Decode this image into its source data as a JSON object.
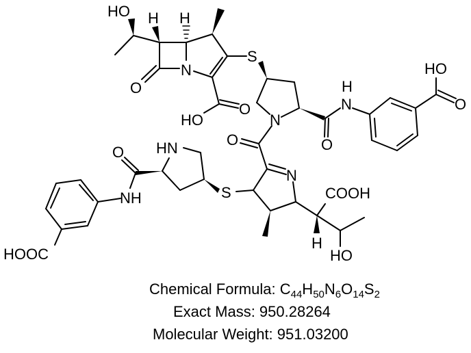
{
  "structure": {
    "labels": {
      "ho_top": "HO",
      "h_wedge": "H",
      "h_hash": "H",
      "n_lactam": "N",
      "o_lactam": "O",
      "s_top": "S",
      "o_acid1": "O",
      "ho_acid1": "HO",
      "n_pyrrolidine1": "N",
      "o_amide1": "O",
      "n_amide1": "N",
      "h_amide1": "H",
      "ho_benzoic1": "HO",
      "o_benzoic1": "O",
      "o_acyl": "O",
      "n_imine": "N",
      "s_bottom": "S",
      "cooh": "COOH",
      "h_bottom": "H",
      "ho_bottom": "HO",
      "hn_pyrrolidine2": "HN",
      "o_amide2": "O",
      "nh_amide2": "NH",
      "hooc_benzoic2": "HOOC"
    }
  },
  "info": {
    "formula_label": "Chemical Formula: ",
    "formula": {
      "parts": [
        {
          "el": "C",
          "n": "44"
        },
        {
          "el": "H",
          "n": "50"
        },
        {
          "el": "N",
          "n": "6"
        },
        {
          "el": "O",
          "n": "14"
        },
        {
          "el": "S",
          "n": "2"
        }
      ]
    },
    "exact_mass_label": "Exact Mass: ",
    "exact_mass": "950.28264",
    "mw_label": "Molecular Weight: ",
    "mw": "951.03200"
  }
}
